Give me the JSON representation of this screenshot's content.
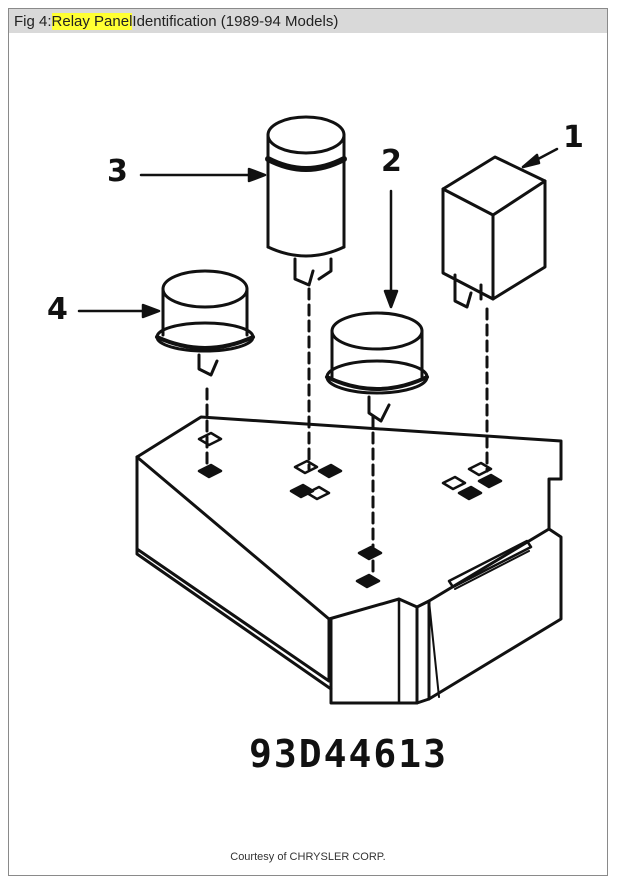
{
  "caption": {
    "prefix": "Fig 4: ",
    "highlight": "Relay Panel",
    "suffix": " Identification (1989-94 Models)",
    "highlight_color": "#ffff33"
  },
  "callouts": [
    "1",
    "2",
    "3",
    "4"
  ],
  "diagram_code": "93D44613",
  "credit": "Courtesy of CHRYSLER CORP."
}
